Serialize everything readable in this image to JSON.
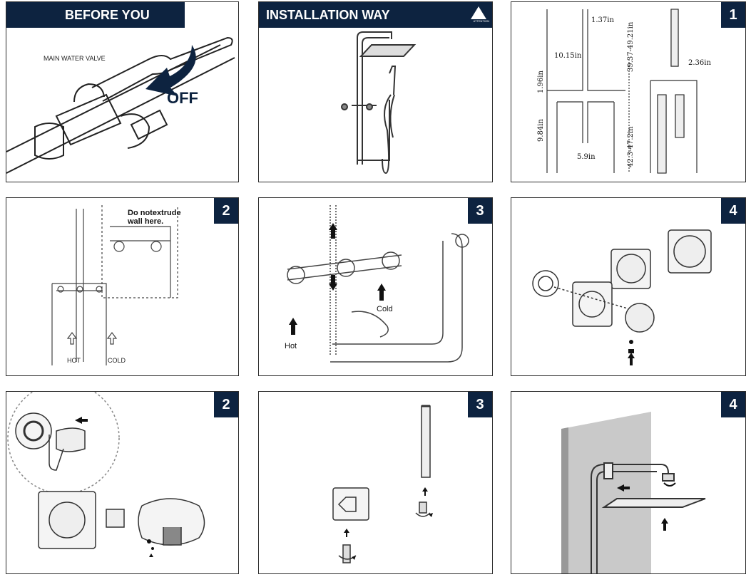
{
  "panels": {
    "before": {
      "title": "BEFORE YOU BEGIN",
      "valve_label": "MAIN WATER VALVE",
      "off_label": "OFF"
    },
    "install": {
      "title": "INSTALLATION WAY",
      "attention_label": "ATTENTION",
      "attention_icon": "warning-triangle-icon"
    },
    "dims": {
      "step": "1",
      "d1": "1.37in",
      "d2": "10.15in",
      "d3": "39.37-49.21in",
      "d4": "1.96in",
      "d5": "9.84in",
      "d6": "42.3-47.2in",
      "d7": "5.9in",
      "d8": "2.36in"
    },
    "wall": {
      "step": "2",
      "warning": "Do notextrude\nwall here.",
      "hot": "HOT",
      "cold": "COLD"
    },
    "valve": {
      "step": "3",
      "hot": "Hot",
      "cold": "Cold"
    },
    "trim": {
      "step": "4"
    },
    "elbow": {
      "step": "2"
    },
    "handheld": {
      "step": "3"
    },
    "head": {
      "step": "4"
    }
  }
}
